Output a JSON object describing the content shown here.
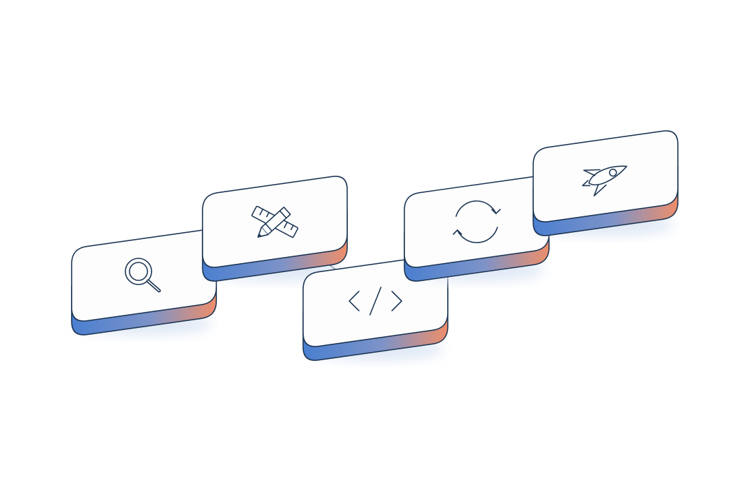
{
  "diagram": {
    "type": "isometric-process-flow",
    "colors": {
      "background": "#ffffff",
      "outline": "#1c3553",
      "tile_top": "#fdfdfd",
      "side_blue": "#4a7fd0",
      "side_orange": "#ee8e6a",
      "connector": "#1c3553",
      "shadow": "#dfe8f5"
    },
    "steps": [
      {
        "id": "research",
        "icon": "search-icon"
      },
      {
        "id": "design",
        "icon": "pencil-ruler-icon"
      },
      {
        "id": "develop",
        "icon": "code-icon"
      },
      {
        "id": "iterate",
        "icon": "refresh-cycle-icon"
      },
      {
        "id": "launch",
        "icon": "rocket-icon"
      }
    ],
    "connectors": [
      {
        "from": "research",
        "to": "design"
      },
      {
        "from": "design",
        "to": "develop"
      },
      {
        "from": "develop",
        "to": "iterate"
      },
      {
        "from": "iterate",
        "to": "launch"
      }
    ]
  }
}
